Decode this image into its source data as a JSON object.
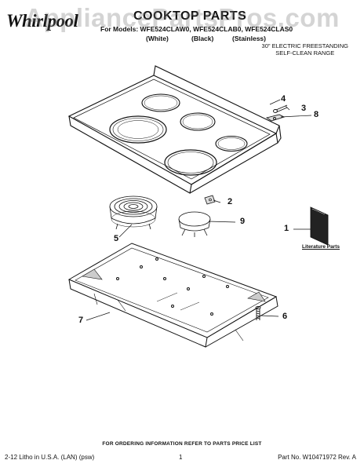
{
  "watermark": "AppliancePartsPros.com",
  "brand": {
    "name": "Whirlpool"
  },
  "header": {
    "title": "COOKTOP PARTS",
    "models": "For Models: WFE524CLAW0, WFE524CLAB0, WFE524CLAS0",
    "variants": [
      "(White)",
      "(Black)",
      "(Stainless)"
    ],
    "range_type": [
      "30\" ELECTRIC FREESTANDING",
      "SELF-CLEAN RANGE"
    ]
  },
  "callouts": {
    "c1": "1",
    "c2": "2",
    "c3": "3",
    "c4": "4",
    "c5": "5",
    "c6": "6",
    "c7": "7",
    "c8": "8",
    "c9": "9"
  },
  "literature_label": "Literature Parts",
  "footer": {
    "note": "FOR ORDERING INFORMATION REFER TO PARTS PRICE LIST",
    "left": "2-12 Litho in U.S.A. (LAN) (psw)",
    "page": "1",
    "part_no": "Part No. W10471972 Rev. A"
  }
}
